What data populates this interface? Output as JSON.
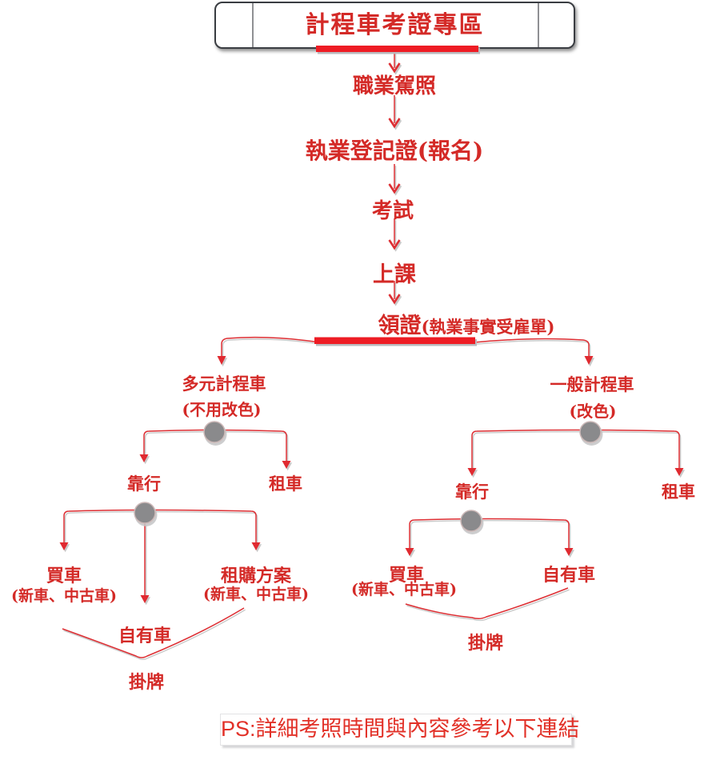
{
  "colors": {
    "text_red": "#d42a27",
    "bar_red": "#ee1c24",
    "line_red": "#dd2e33",
    "junction_gray": "#8a8a8c"
  },
  "header": {
    "title": "計程車考證專區"
  },
  "main_flow": {
    "steps": [
      "職業駕照",
      "執業登記證(報名)",
      "考試",
      "上課"
    ],
    "final": {
      "main": "領證",
      "sub": "(執業事實受雇單)"
    }
  },
  "branches": {
    "left": {
      "title": "多元計程車",
      "note": "(不用改色)",
      "options": [
        "靠行",
        "租車"
      ],
      "sub_options": {
        "buy": "買車",
        "buy_note": "(新車、中古車)",
        "own": "自有車",
        "rent_plan": "租購方案",
        "rent_plan_note": "(新車、中古車)"
      },
      "result": "掛牌"
    },
    "right": {
      "title": "一般計程車",
      "note": "(改色)",
      "options": [
        "靠行",
        "租車"
      ],
      "sub_options": {
        "buy": "買車",
        "buy_note": "(新車、中古車)",
        "own": "自有車"
      },
      "result": "掛牌"
    }
  },
  "footer": {
    "ps_note": "PS:詳細考照時間與內容參考以下連結"
  }
}
